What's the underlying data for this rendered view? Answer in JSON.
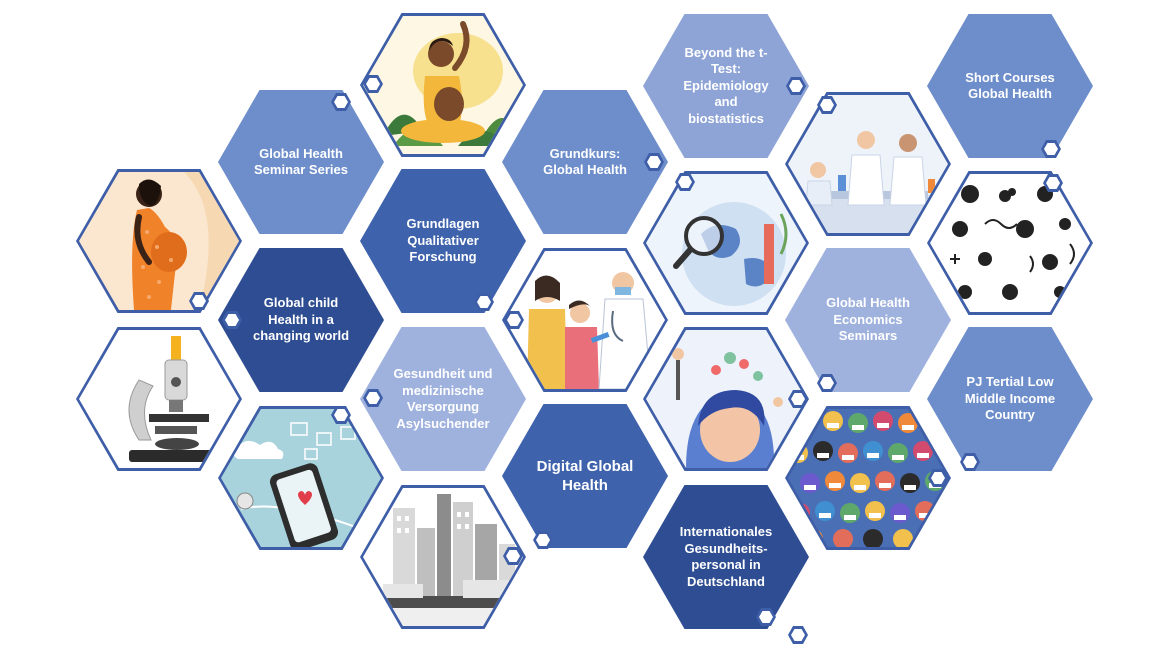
{
  "courses": {
    "seminar_series": "Global Health Seminar Series",
    "grundkurs": "Grundkurs: Global Health",
    "beyond_ttest": "Beyond the t-Test: Epidemiology and biostatistics",
    "short_courses": "Short Courses Global Health",
    "qualitativ": "Grundlagen Qualitativer Forschung",
    "child_health": "Global child Health in a changing world",
    "economics": "Global Health Economics Seminars",
    "asyl": "Gesundheit und medizinische Versorgung Asylsuchender",
    "pj_tertial": "PJ Tertial Low Middle Income Country",
    "digital": "Digital Global Health",
    "international": "Internationales Gesundheits-personal in Deutschland"
  },
  "icons": {
    "yoga": "pregnant-woman-yoga-icon",
    "pregnant": "pregnant-woman-icon",
    "lab": "lab-scientists-icon",
    "microbes": "microbes-icon",
    "globe": "globe-magnifier-icon",
    "vaccination": "vaccination-icon",
    "microscope": "microscope-icon",
    "mind": "mental-health-icon",
    "crowd": "masked-crowd-icon",
    "phone": "digital-health-phone-icon",
    "city": "city-buildings-icon"
  },
  "colors": {
    "dark": "#2e4d92",
    "medium": "#3f62ac",
    "mid_light": "#6e8ecb",
    "light": "#9fb2de",
    "outline": "#3e5ea8"
  }
}
